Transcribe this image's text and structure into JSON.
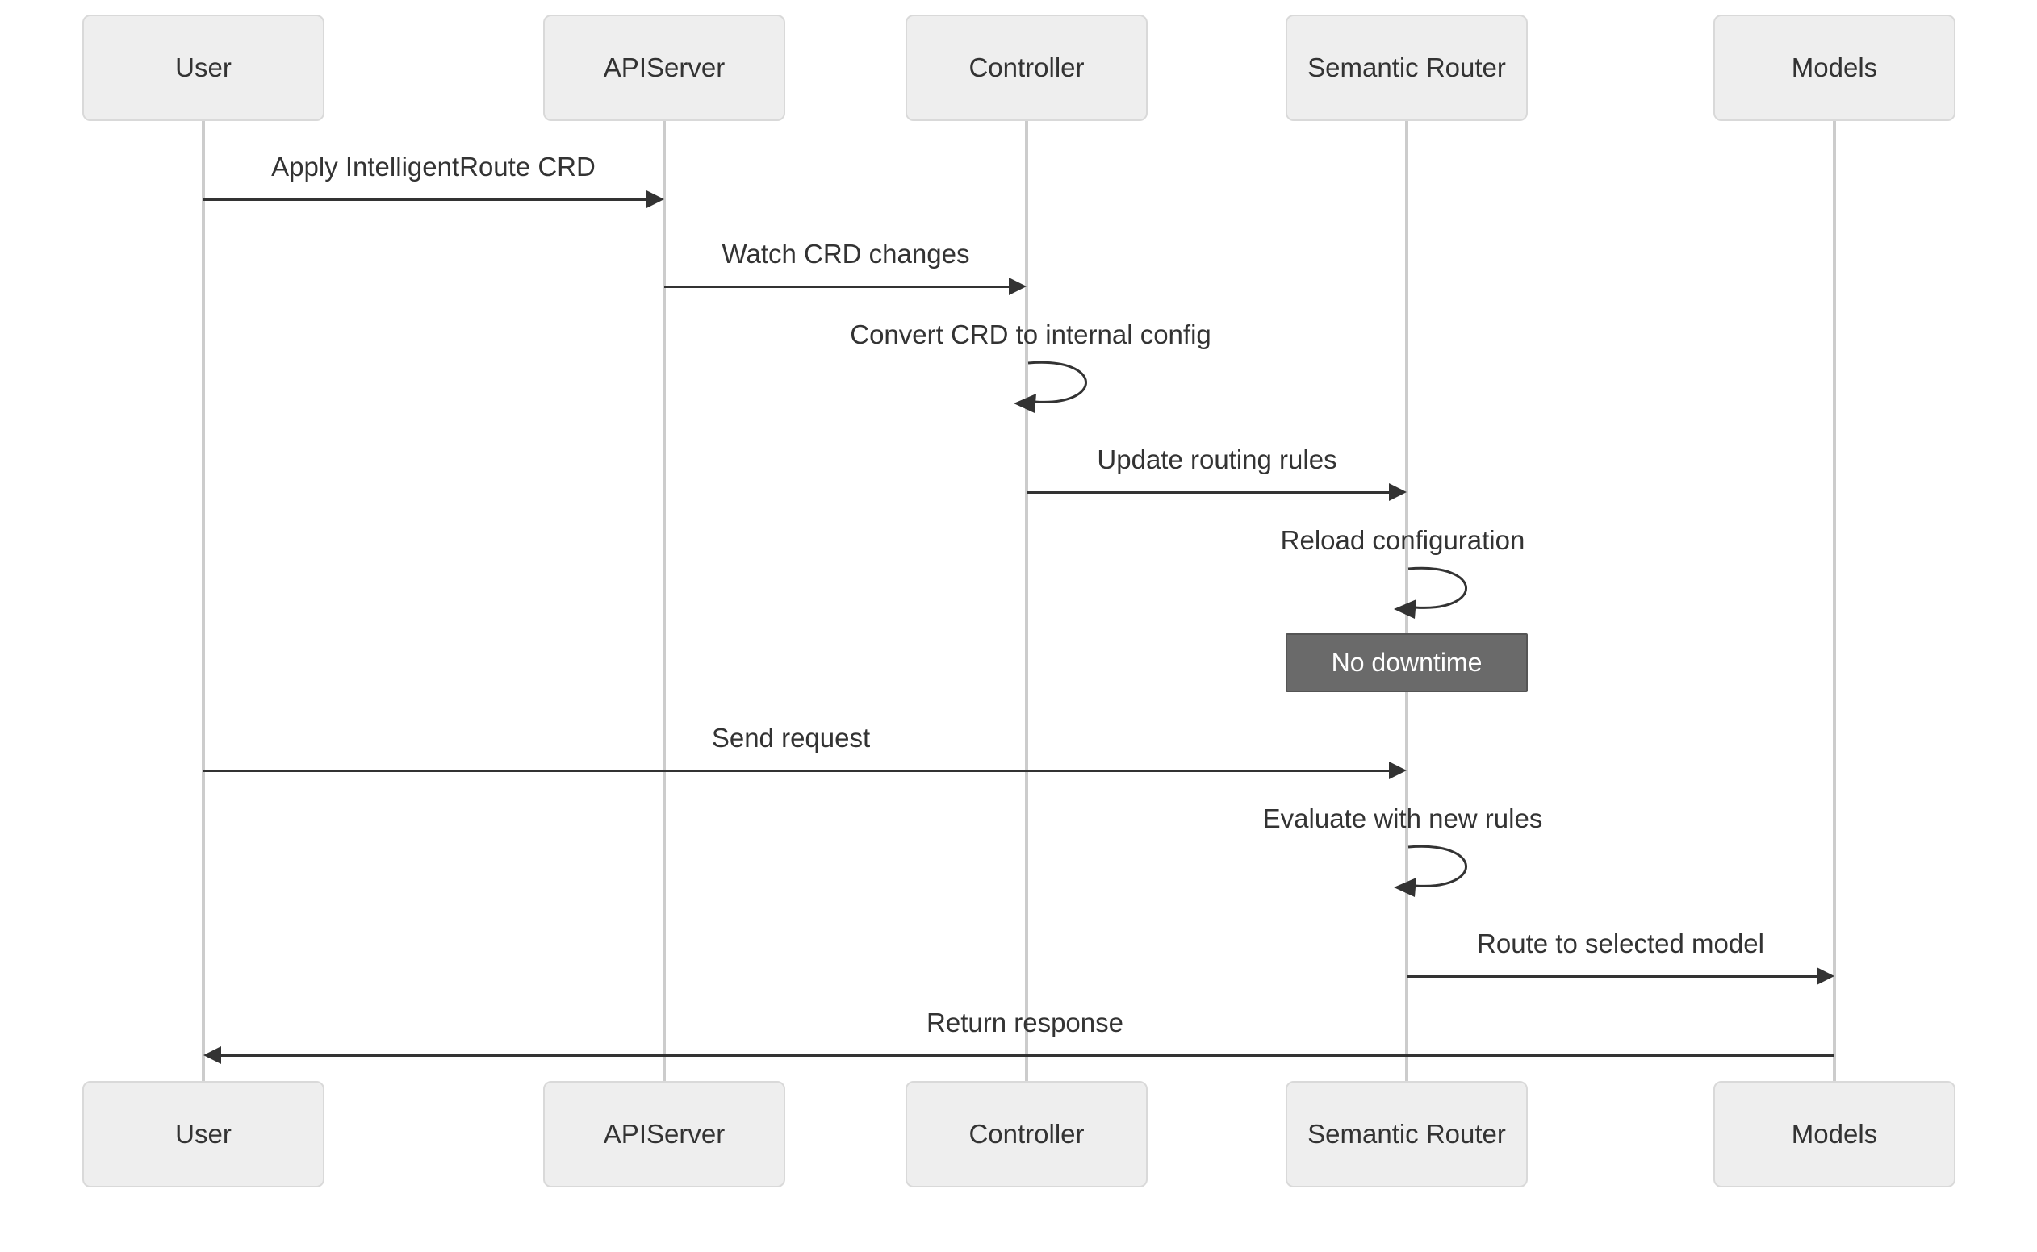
{
  "actors": [
    {
      "name": "User"
    },
    {
      "name": "APIServer"
    },
    {
      "name": "Controller"
    },
    {
      "name": "Semantic Router"
    },
    {
      "name": "Models"
    }
  ],
  "messages": [
    {
      "from": "User",
      "to": "APIServer",
      "label": "Apply IntelligentRoute CRD",
      "type": "arrow"
    },
    {
      "from": "APIServer",
      "to": "Controller",
      "label": "Watch CRD changes",
      "type": "arrow"
    },
    {
      "from": "Controller",
      "to": "Controller",
      "label": "Convert CRD to internal config",
      "type": "self"
    },
    {
      "from": "Controller",
      "to": "Semantic Router",
      "label": "Update routing rules",
      "type": "arrow"
    },
    {
      "from": "Semantic Router",
      "to": "Semantic Router",
      "label": "Reload configuration",
      "type": "self"
    },
    {
      "from": "User",
      "to": "Semantic Router",
      "label": "Send request",
      "type": "arrow"
    },
    {
      "from": "Semantic Router",
      "to": "Semantic Router",
      "label": "Evaluate with new rules",
      "type": "self"
    },
    {
      "from": "Semantic Router",
      "to": "Models",
      "label": "Route to selected model",
      "type": "arrow"
    },
    {
      "from": "Models",
      "to": "User",
      "label": "Return response",
      "type": "arrow"
    }
  ],
  "note": {
    "label": "No downtime",
    "over": "Semantic Router"
  },
  "colors": {
    "background": "#ffffff",
    "actor_fill": "#eeeeee",
    "actor_border": "#d9d9d9",
    "actor_text": "#333333",
    "lifeline": "#cccccc",
    "arrow": "#333333",
    "message_text": "#333333",
    "note_fill": "#6a6a6a",
    "note_border": "#555555",
    "note_text": "#ffffff"
  }
}
